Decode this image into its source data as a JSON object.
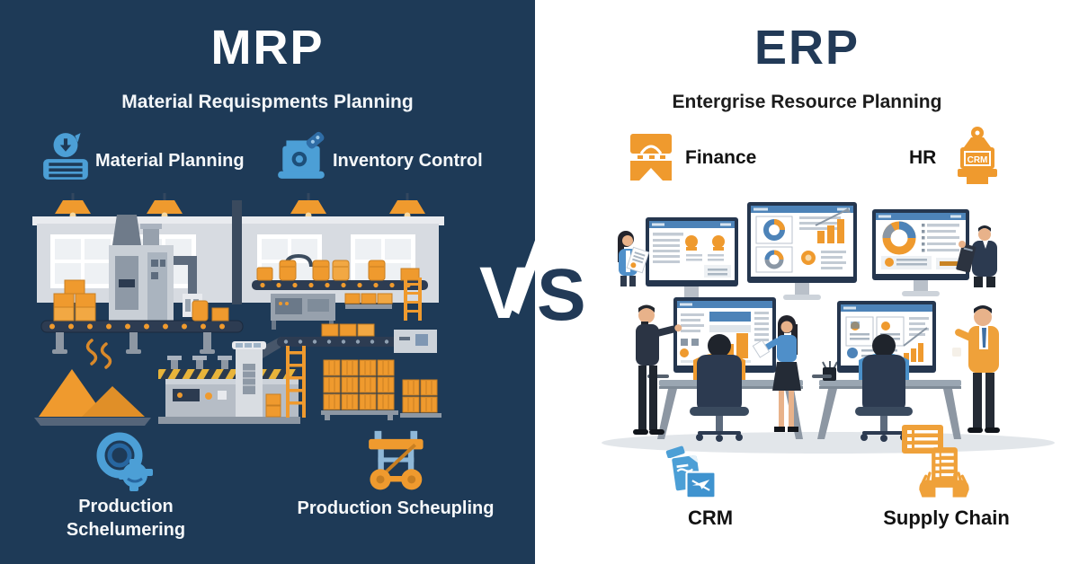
{
  "divider": {
    "letter_left": "V",
    "letter_right": "S"
  },
  "colors": {
    "panel_navy": "#1e3a57",
    "title_dark": "#223a57",
    "icon_light_blue": "#4c9fd6",
    "icon_deep_blue": "#2f6da6",
    "accent_orange": "#ef9a2e",
    "accent_orange_dark": "#c87f22",
    "wall_gray": "#d7dbe1",
    "machine_gray": "#b6bdc6"
  },
  "left_panel": {
    "title": "MRP",
    "subtitle": "Material Requispments Planning",
    "top_features": [
      {
        "label": "Material Planning",
        "icon": "download-tray-icon"
      },
      {
        "label": "Inventory Control",
        "icon": "scanner-tag-icon"
      }
    ],
    "bottom_features": [
      {
        "label": "Production Schelumering",
        "icon": "gear-magnifier-icon"
      },
      {
        "label": "Production Scheupling",
        "icon": "factory-cart-icon"
      }
    ],
    "illustration": "factory-floor-scene"
  },
  "right_panel": {
    "title": "ERP",
    "subtitle": "Entergrise Resource Planning",
    "top_features": [
      {
        "label": "Finance",
        "icon": "teller-window-icon"
      },
      {
        "label": "HR",
        "icon": "crm-stamp-icon",
        "icon_text": "CRM"
      }
    ],
    "bottom_features": [
      {
        "label": "CRM",
        "icon": "documents-icon"
      },
      {
        "label": "Supply Chain",
        "icon": "hands-checklist-icon"
      }
    ],
    "illustration": "office-dashboard-scene"
  }
}
